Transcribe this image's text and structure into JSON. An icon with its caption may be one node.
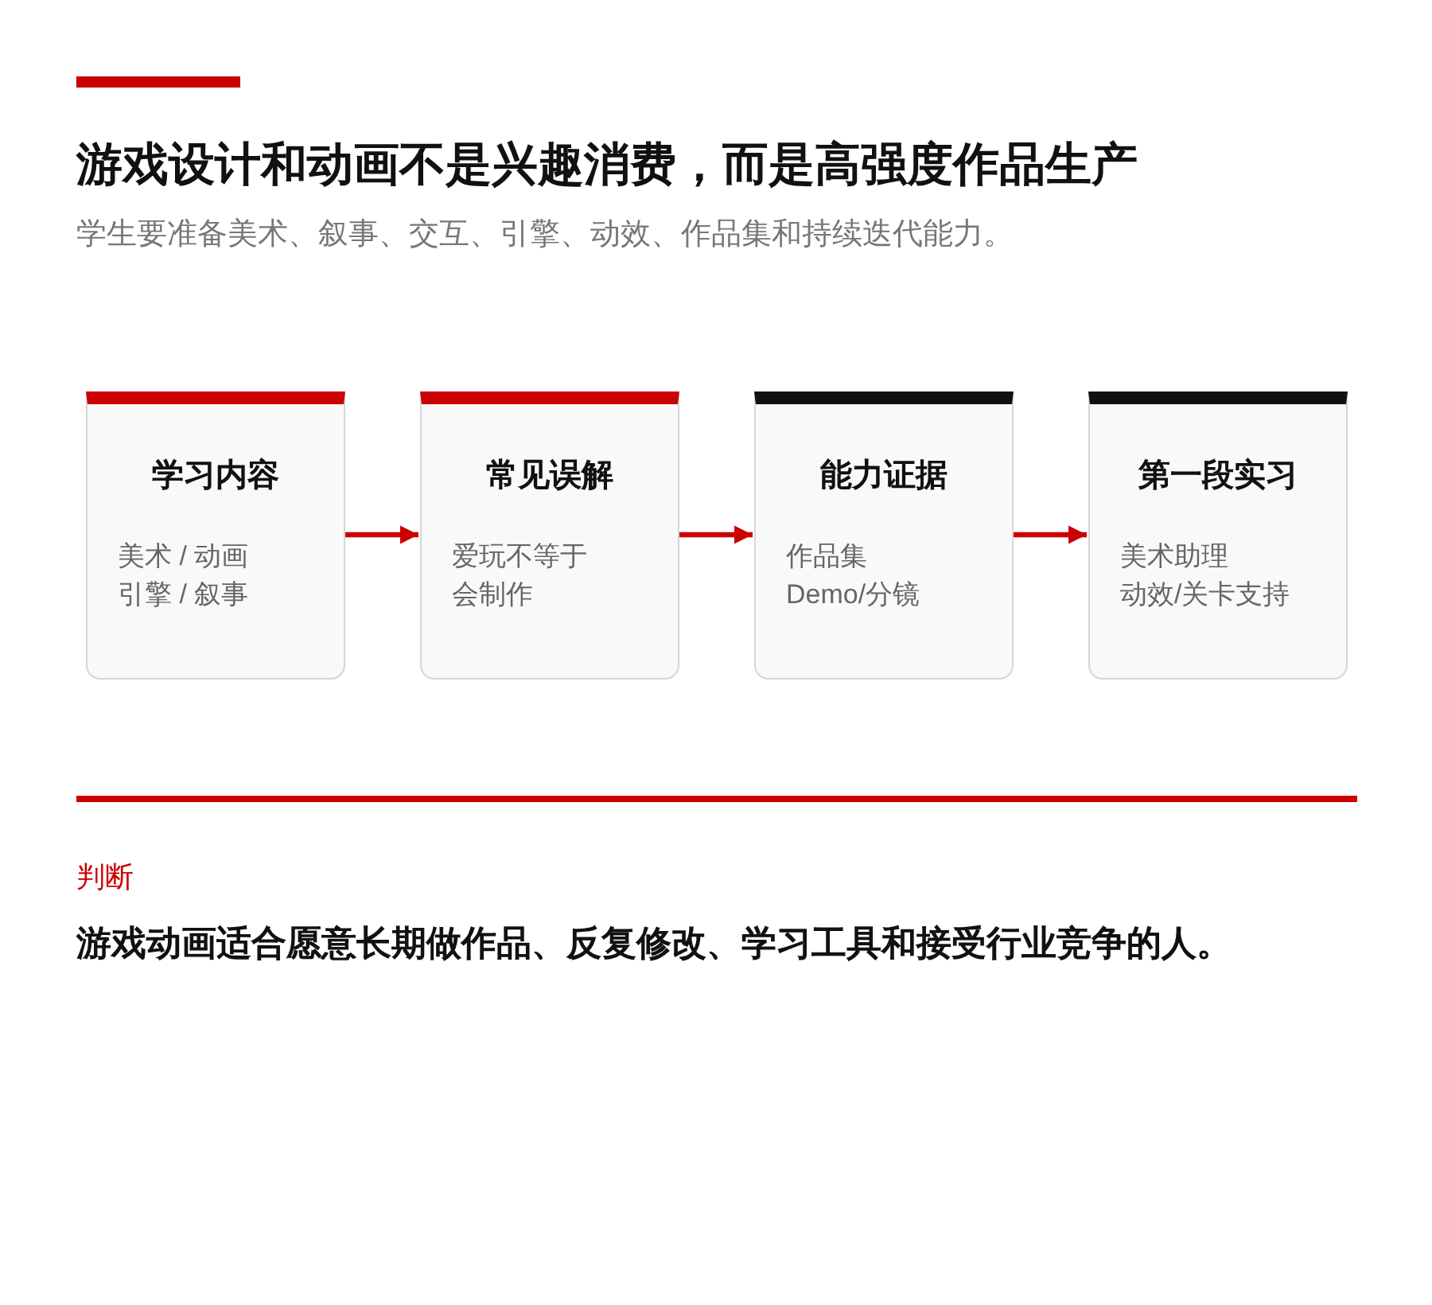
{
  "diagram": {
    "title": "游戏设计和动画不是兴趣消费，而是高强度作品生产",
    "nodes": [
      {
        "text": [
          "学习内容",
          "美术 / 动画引擎 / 叙事"
        ]
      },
      {
        "text": [
          "常见误解",
          "爱玩不等于会制作"
        ]
      },
      {
        "text": [
          "能力证据",
          "作品集 Demo/分镜"
        ]
      },
      {
        "text": [
          "第一段实习",
          "美术助理动效/关卡支持"
        ]
      }
    ],
    "edges": [
      {
        "from": 0,
        "to": 1,
        "arrow": "to"
      },
      {
        "from": 1,
        "to": 2,
        "arrow": "to"
      },
      {
        "from": 2,
        "to": 3,
        "arrow": "to"
      }
    ],
    "labels": [
      "学生要准备美术、叙事、交互、引擎、动效、作品集和持续迭代能力。",
      "判断",
      "游戏动画适合愿意长期做作品、反复修改、学习工具和接受行业竞争的人。"
    ]
  }
}
